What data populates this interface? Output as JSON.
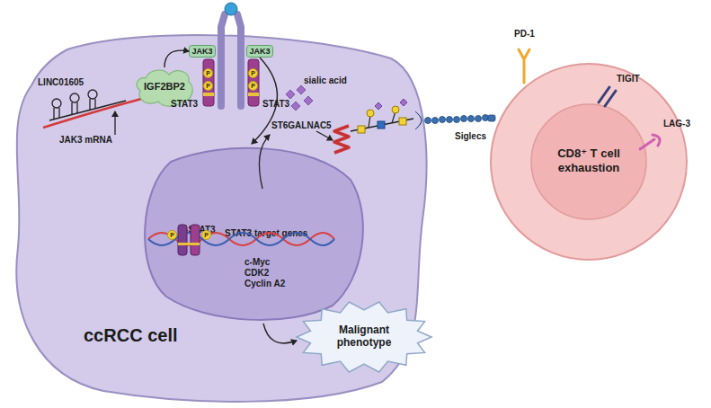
{
  "diagram": {
    "nodes": [
      {
        "text": [
          "ccRCC cell"
        ]
      },
      {
        "text": [
          "p-STAT3",
          "STAT3 target genes"
        ],
        "in": 0
      },
      {
        "text": [
          "IGF2BP2"
        ],
        "in": 0
      },
      {
        "text": [
          "JAK3"
        ],
        "in": 0
      },
      {
        "text": [
          "JAK3"
        ],
        "in": 0
      },
      {
        "text": [
          "Malignant phenotype"
        ]
      },
      {
        "text": [
          "CD8⁺ T cell exhaustion"
        ]
      }
    ],
    "edges": [
      {
        "from": 2,
        "to": 3,
        "arrow": "to"
      },
      {
        "from": 4,
        "to": 1,
        "arrow": "to"
      },
      {
        "from": 1,
        "to": 5,
        "arrow": "to"
      }
    ],
    "labels": [
      "LINC01605",
      "JAK3 mRNA",
      "STAT3",
      "STAT3",
      "ST6GALNAC5",
      "sialic acid",
      "c-Myc CDK2 Cyclin A2",
      "Siglecs",
      "PD-1",
      "TIGIT",
      "LAG-3",
      "P",
      "P",
      "P",
      "P",
      "P",
      "P"
    ]
  }
}
